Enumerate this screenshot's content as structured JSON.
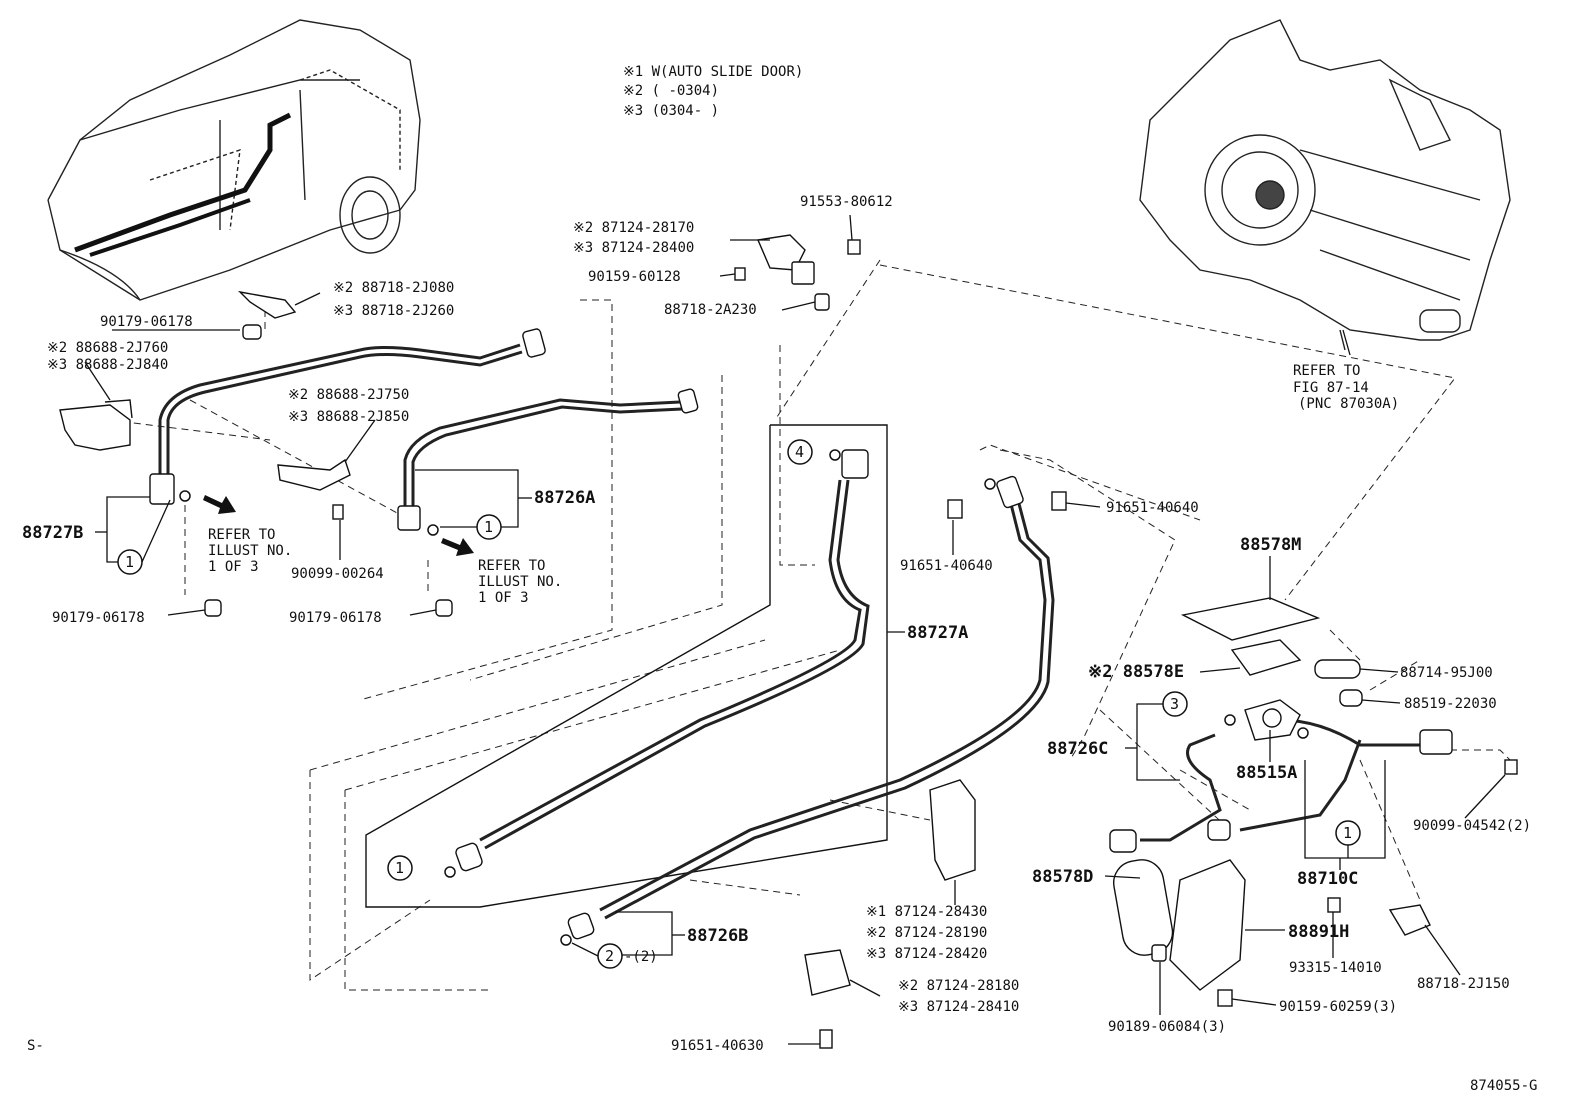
{
  "notes": {
    "line1": "※1 W(AUTO SLIDE DOOR)",
    "line2": "※2 (      -0304)",
    "line3": "※3 (0304-      )"
  },
  "corner": {
    "bottom_left": "S-",
    "bottom_right": "874055-G"
  },
  "refs": {
    "fig": {
      "line1": "REFER TO",
      "line2": "FIG 87-14",
      "line3": "(PNC 87030A)"
    },
    "illust_left": {
      "line1": "REFER TO",
      "line2": "ILLUST NO.",
      "line3": "1 OF 3"
    },
    "illust_mid": {
      "line1": "REFER TO",
      "line2": "ILLUST NO.",
      "line3": "1 OF 3"
    }
  },
  "callouts": {
    "c1": "1",
    "c2": "2",
    "c3": "3",
    "c4": "4",
    "qty2": "-(2)"
  },
  "parts": {
    "p_91553_80612": "91553-80612",
    "p_87124_28170": "※2 87124-28170",
    "p_87124_28400": "※3 87124-28400",
    "p_90159_60128": "90159-60128",
    "p_88718_2A230": "88718-2A230",
    "p_88718_2J080": "※2 88718-2J080",
    "p_88718_2J260": "※3 88718-2J260",
    "p_90179_06178_top": "90179-06178",
    "p_88688_2J760": "※2 88688-2J760",
    "p_88688_2J840": "※3 88688-2J840",
    "p_88688_2J750": "※2 88688-2J750",
    "p_88688_2J850": "※3 88688-2J850",
    "p_88727B": "88727B",
    "p_88726A": "88726A",
    "p_90099_00264": "90099-00264",
    "p_90179_06178_left": "90179-06178",
    "p_90179_06178_mid": "90179-06178",
    "p_91651_40640_a": "91651-40640",
    "p_91651_40640_b": "91651-40640",
    "p_88727A": "88727A",
    "p_88578M": "88578M",
    "p_88578E": "※2 88578E",
    "p_88714_95J00": "88714-95J00",
    "p_88519_22030": "88519-22030",
    "p_88726C": "88726C",
    "p_88515A": "88515A",
    "p_90099_04542": "90099-04542(2)",
    "p_88710C": "88710C",
    "p_88578D": "88578D",
    "p_88891H": "88891H",
    "p_93315_14010": "93315-14010",
    "p_88718_2J150": "88718-2J150",
    "p_90189_06084": "90189-06084(3)",
    "p_90159_60259": "90159-60259(3)",
    "p_87124_28430": "※1 87124-28430",
    "p_87124_28190": "※2 87124-28190",
    "p_87124_28420": "※3 87124-28420",
    "p_88726B": "88726B",
    "p_87124_28180": "※2 87124-28180",
    "p_87124_28410": "※3 87124-28410",
    "p_91651_40630": "91651-40630"
  }
}
